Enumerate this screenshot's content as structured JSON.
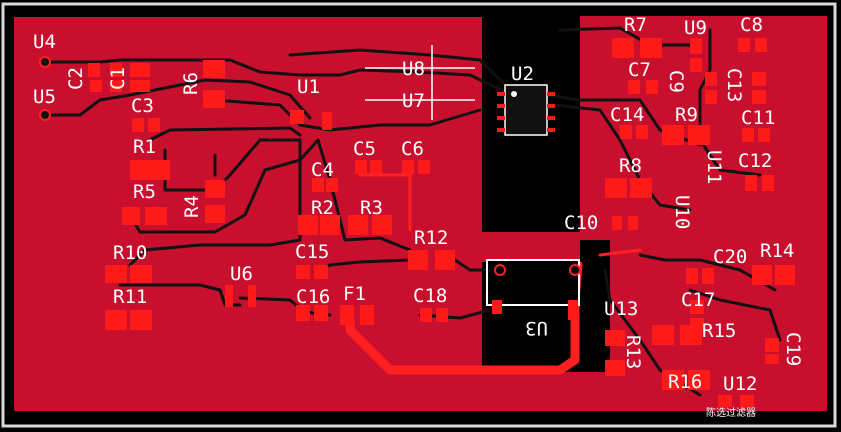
{
  "board": {
    "colors": {
      "background": "#000000",
      "copper": "#c8102e",
      "pad": "#ff1a1a",
      "silkscreen": "#ffffff",
      "outline": "#d9d9d9"
    },
    "designators": {
      "U4": "U4",
      "U5": "U5",
      "C2": "C2",
      "C1": "C1",
      "R6": "R6",
      "U1": "U1",
      "U8": "U8",
      "U7": "U7",
      "U2": "U2",
      "R7": "R7",
      "U9": "U9",
      "C8": "C8",
      "C7": "C7",
      "C9": "C9",
      "C13": "C13",
      "C3": "C3",
      "R1": "R1",
      "R5": "R5",
      "R4": "R4",
      "C4": "C4",
      "C5": "C5",
      "C6": "C6",
      "R2": "R2",
      "R3": "R3",
      "C14": "C14",
      "R9": "R9",
      "C11": "C11",
      "R8": "R8",
      "U11": "U11",
      "C12": "C12",
      "U10": "U10",
      "C10": "C10",
      "R10": "R10",
      "U6": "U6",
      "C15": "C15",
      "R12": "R12",
      "C20": "C20",
      "R14": "R14",
      "R11": "R11",
      "C16": "C16",
      "F1": "F1",
      "C18": "C18",
      "U3": "U3",
      "U13": "U13",
      "C17": "C17",
      "R15": "R15",
      "C19": "C19",
      "R13": "R13",
      "R16": "R16",
      "U12": "U12"
    },
    "footer_label": "陈选过滤器"
  }
}
